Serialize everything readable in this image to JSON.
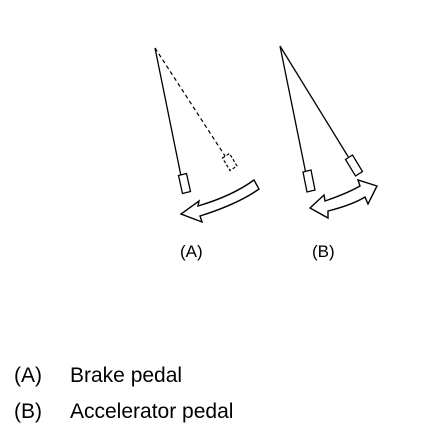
{
  "diagram": {
    "panel_a_label": "(A)",
    "panel_b_label": "(B)"
  },
  "legend": {
    "items": [
      {
        "key": "(A)",
        "text": "Brake pedal"
      },
      {
        "key": "(B)",
        "text": "Accelerator pedal"
      }
    ]
  },
  "colors": {
    "line": "#000000",
    "background": "#ffffff"
  }
}
